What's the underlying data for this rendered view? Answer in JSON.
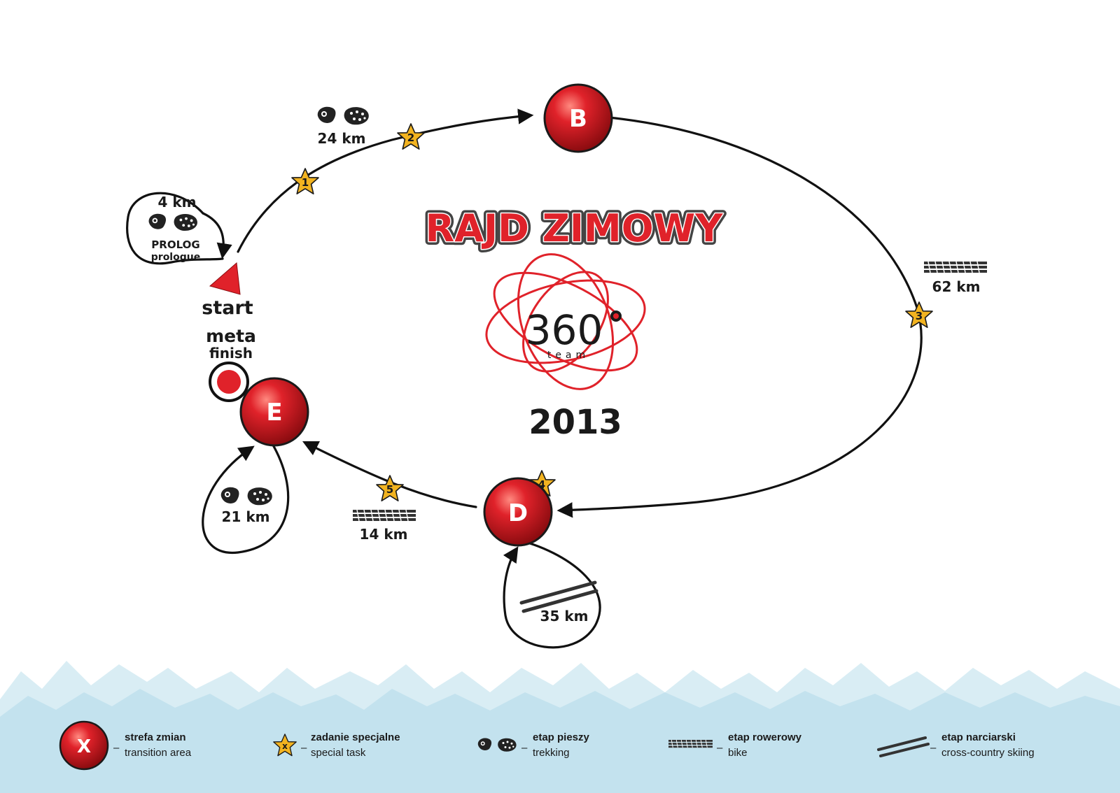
{
  "title": "RAJD ZIMOWY",
  "logo": {
    "number": "360",
    "word": "team"
  },
  "year": "2013",
  "colors": {
    "red": "#d81920",
    "dark_red": "#8c0c10",
    "star": "#f2b320",
    "mountains_light": "#d7ecf3",
    "mountains_dark": "#bfe0ec"
  },
  "nodes": {
    "b": "B",
    "d": "D",
    "e": "E"
  },
  "stars": [
    "1",
    "2",
    "3",
    "4",
    "5"
  ],
  "start_label": "start",
  "finish": {
    "meta": "meta",
    "finish": "finish"
  },
  "prolog": {
    "distance": "4 km",
    "label": "PROLOG",
    "label_en": "prologue"
  },
  "segments": {
    "trek_24": "24 km",
    "bike_62": "62 km",
    "ski_35": "35 km",
    "bike_14": "14 km",
    "trek_21": "21 km"
  },
  "legend": [
    {
      "icon": "transition-area-icon",
      "symbol": "X",
      "title": "strefa zmian",
      "subtitle": "transition area"
    },
    {
      "icon": "special-task-star-icon",
      "symbol": "x",
      "title": "zadanie specjalne",
      "subtitle": "special task"
    },
    {
      "icon": "footprints-icon",
      "title": "etap pieszy",
      "subtitle": "trekking"
    },
    {
      "icon": "tire-track-icon",
      "title": "etap rowerowy",
      "subtitle": "bike"
    },
    {
      "icon": "skis-icon",
      "title": "etap narciarski",
      "subtitle": "cross-country skiing"
    }
  ]
}
